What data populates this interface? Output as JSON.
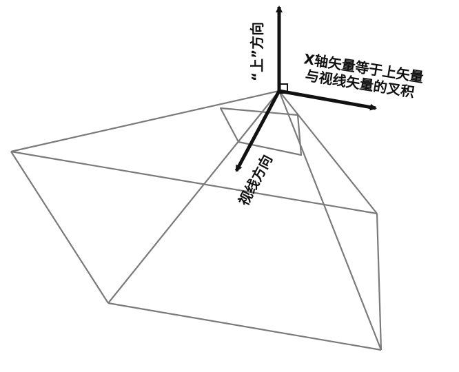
{
  "labels": {
    "up_direction": "“上”方向",
    "x_axis_line1": "X轴矢量等于上矢量",
    "x_axis_line2": "与视线矢量的叉积",
    "view_direction": "视线方向"
  },
  "colors": {
    "frustum_stroke": "#7a7a7a",
    "arrow": "#111111",
    "background": "#ffffff"
  }
}
